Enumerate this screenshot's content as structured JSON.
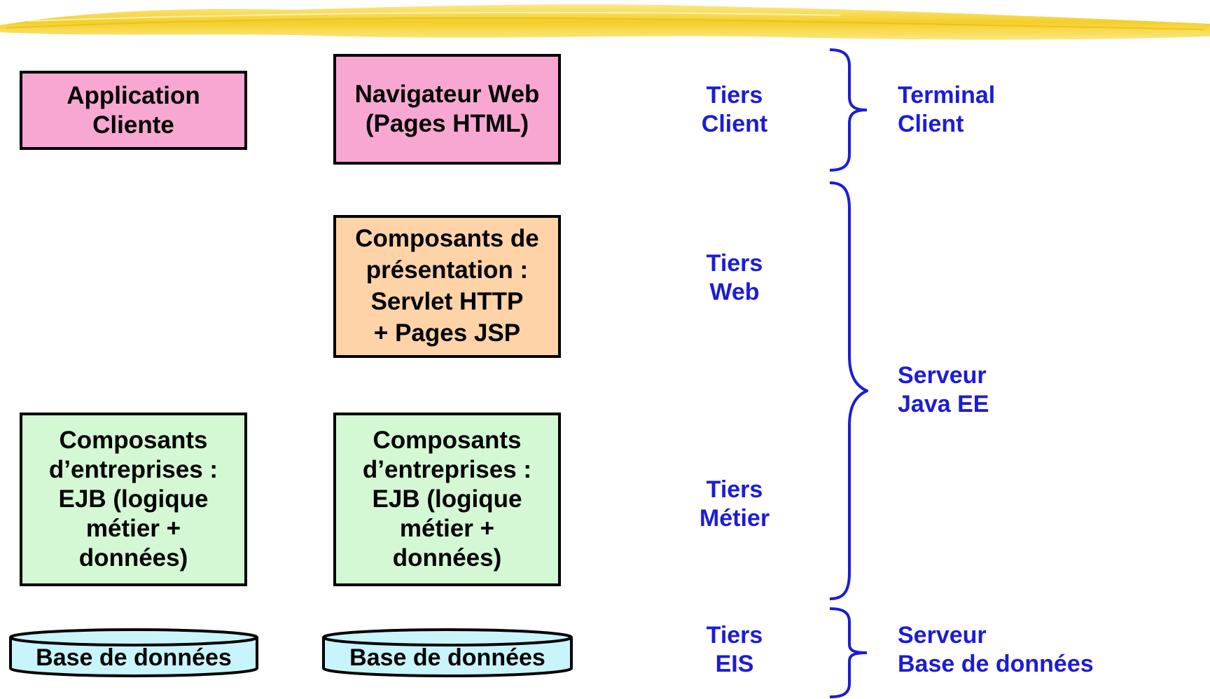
{
  "colors": {
    "tier_text": "#1c1cd8",
    "client_box": "#f8a7d3",
    "presentation_box": "#fdd3a7",
    "business_box": "#d4f8d4",
    "database": "#c8f5fb",
    "header_stroke": "#f6d53a"
  },
  "boxes": {
    "app_client": [
      "Application",
      "Cliente"
    ],
    "web_browser": [
      "Navigateur Web",
      "(Pages HTML)"
    ],
    "presentation": [
      "Composants de",
      "présentation :",
      "Servlet HTTP",
      "+ Pages JSP"
    ],
    "ejb_left": [
      "Composants",
      "d’entreprises :",
      "EJB (logique",
      "métier +",
      "données)"
    ],
    "ejb_right": [
      "Composants",
      "d’entreprises :",
      "EJB (logique",
      "métier +",
      "données)"
    ]
  },
  "databases": {
    "left": "Base de données",
    "right": "Base de données"
  },
  "tiers": {
    "client": [
      "Tiers",
      "Client"
    ],
    "web": [
      "Tiers",
      "Web"
    ],
    "metier": [
      "Tiers",
      "Métier"
    ],
    "eis": [
      "Tiers",
      "EIS"
    ]
  },
  "machines": {
    "terminal": [
      "Terminal",
      "Client"
    ],
    "server_javaee": [
      "Serveur",
      "Java EE"
    ],
    "server_db": [
      "Serveur",
      "Base de données"
    ]
  }
}
